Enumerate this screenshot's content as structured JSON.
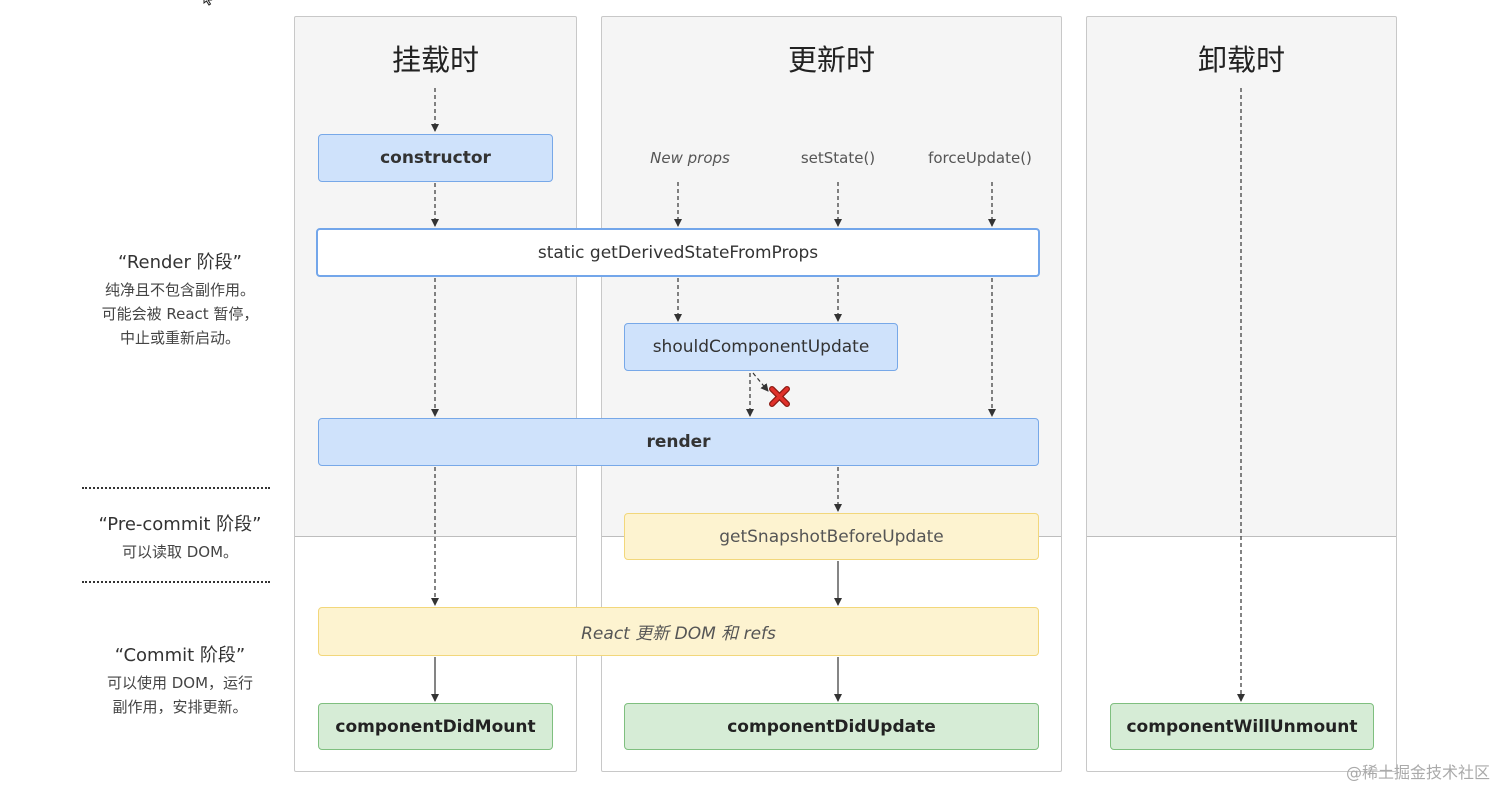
{
  "columns": {
    "mount": "挂载时",
    "update": "更新时",
    "unmount": "卸载时"
  },
  "triggers": {
    "new_props": "New props",
    "set_state": "setState()",
    "force_update": "forceUpdate()"
  },
  "boxes": {
    "constructor": "constructor",
    "get_derived_state": "static getDerivedStateFromProps",
    "should_component_update": "shouldComponentUpdate",
    "render": "render",
    "get_snapshot": "getSnapshotBeforeUpdate",
    "react_updates_dom": "React 更新 DOM 和 refs",
    "component_did_mount": "componentDidMount",
    "component_did_update": "componentDidUpdate",
    "component_will_unmount": "componentWillUnmount"
  },
  "phases": {
    "render": {
      "title": "“Render 阶段”",
      "lines": [
        "纯净且不包含副作用。",
        "可能会被 React 暂停，",
        "中止或重新启动。"
      ]
    },
    "pre_commit": {
      "title": "“Pre-commit 阶段”",
      "lines": [
        "可以读取 DOM。"
      ]
    },
    "commit": {
      "title": "“Commit 阶段”",
      "lines": [
        "可以使用 DOM，运行",
        "副作用，安排更新。"
      ]
    }
  },
  "watermark": "@稀土掘金技术社区",
  "icons": {
    "cancel": "red-x-icon",
    "cursor": "mouse-pointer-icon"
  },
  "colors": {
    "lifecycle_blue": "#cfe2fb",
    "snapshot_yellow": "#fdf3d0",
    "did_green": "#d6ecd6",
    "cross_red": "#e0302a"
  }
}
